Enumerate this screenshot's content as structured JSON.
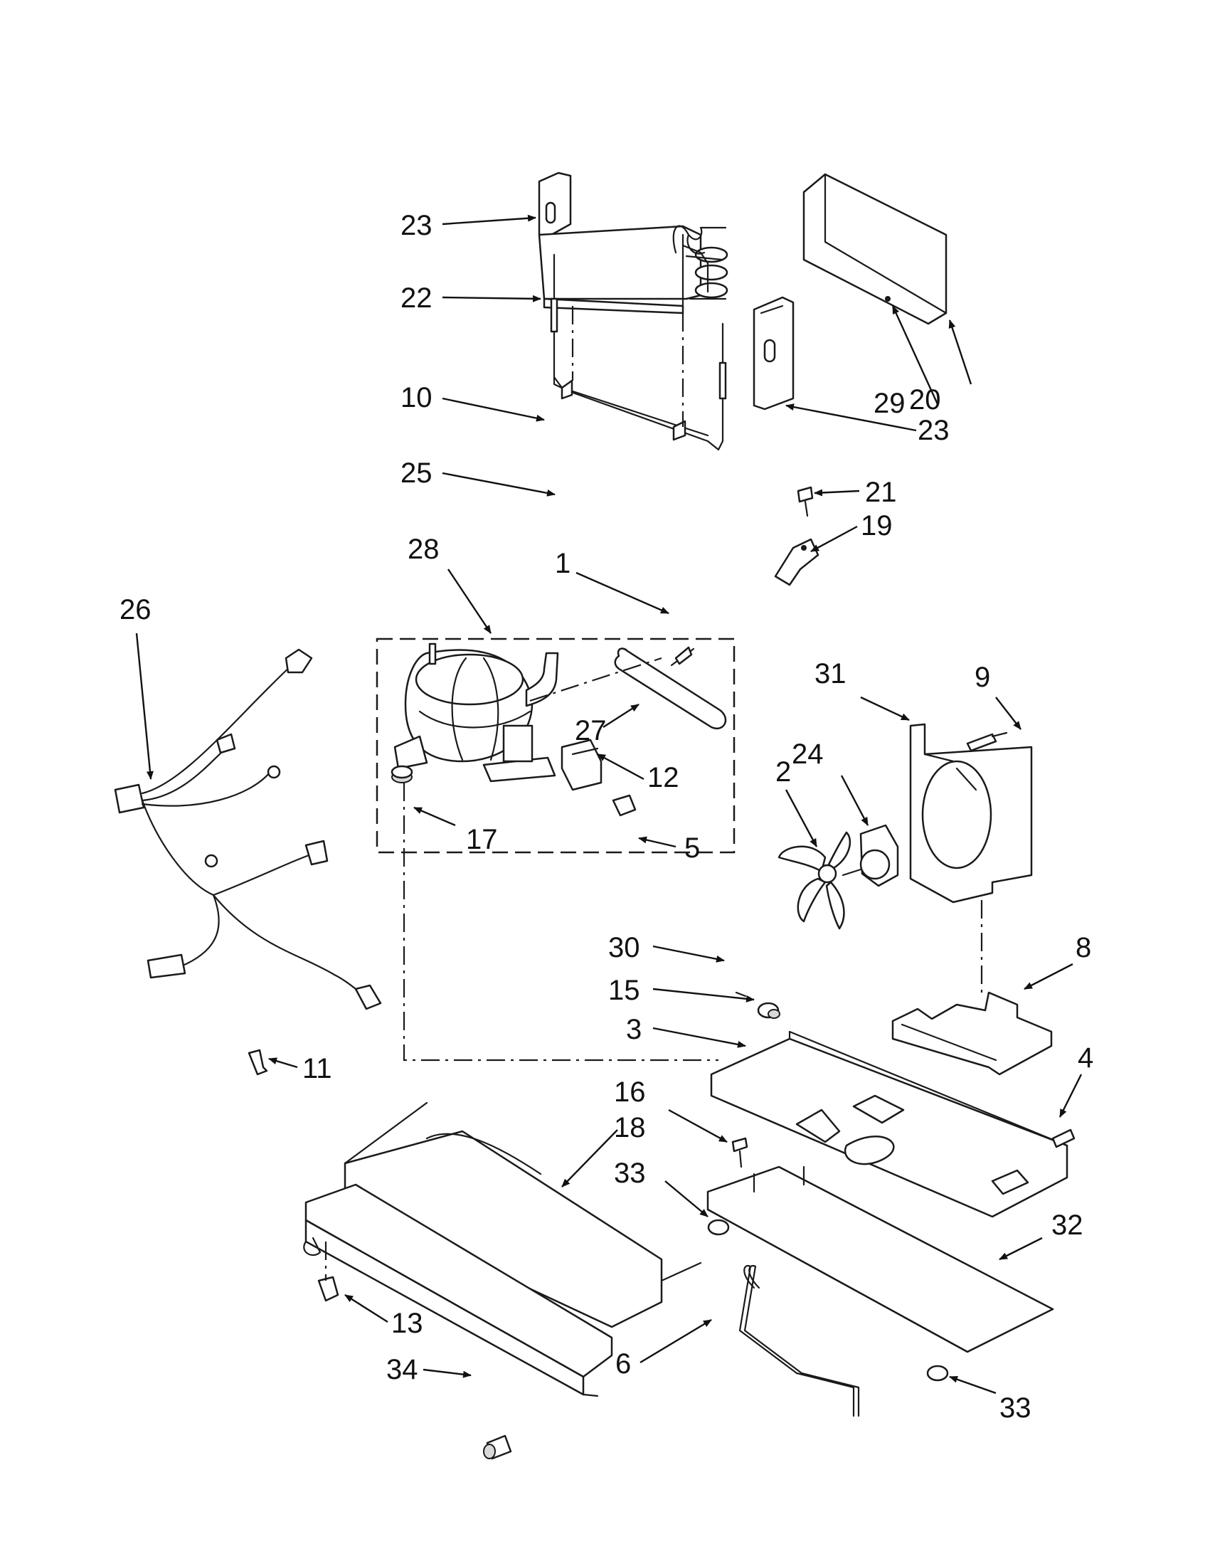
{
  "callouts": [
    {
      "id": "c1",
      "label": "1"
    },
    {
      "id": "c2",
      "label": "2"
    },
    {
      "id": "c3",
      "label": "3"
    },
    {
      "id": "c4",
      "label": "4"
    },
    {
      "id": "c5",
      "label": "5"
    },
    {
      "id": "c6",
      "label": "6"
    },
    {
      "id": "c8",
      "label": "8"
    },
    {
      "id": "c9",
      "label": "9"
    },
    {
      "id": "c10",
      "label": "10"
    },
    {
      "id": "c11",
      "label": "11"
    },
    {
      "id": "c12",
      "label": "12"
    },
    {
      "id": "c13",
      "label": "13"
    },
    {
      "id": "c15",
      "label": "15"
    },
    {
      "id": "c16",
      "label": "16"
    },
    {
      "id": "c17",
      "label": "17"
    },
    {
      "id": "c18",
      "label": "18"
    },
    {
      "id": "c19",
      "label": "19"
    },
    {
      "id": "c20",
      "label": "20"
    },
    {
      "id": "c21",
      "label": "21"
    },
    {
      "id": "c22",
      "label": "22"
    },
    {
      "id": "c23a",
      "label": "23"
    },
    {
      "id": "c23b",
      "label": "23"
    },
    {
      "id": "c24",
      "label": "24"
    },
    {
      "id": "c25",
      "label": "25"
    },
    {
      "id": "c26",
      "label": "26"
    },
    {
      "id": "c27",
      "label": "27"
    },
    {
      "id": "c28",
      "label": "28"
    },
    {
      "id": "c29",
      "label": "29"
    },
    {
      "id": "c30",
      "label": "30"
    },
    {
      "id": "c31",
      "label": "31"
    },
    {
      "id": "c32",
      "label": "32"
    },
    {
      "id": "c33a",
      "label": "33"
    },
    {
      "id": "c33b",
      "label": "33"
    },
    {
      "id": "c34",
      "label": "34"
    }
  ]
}
